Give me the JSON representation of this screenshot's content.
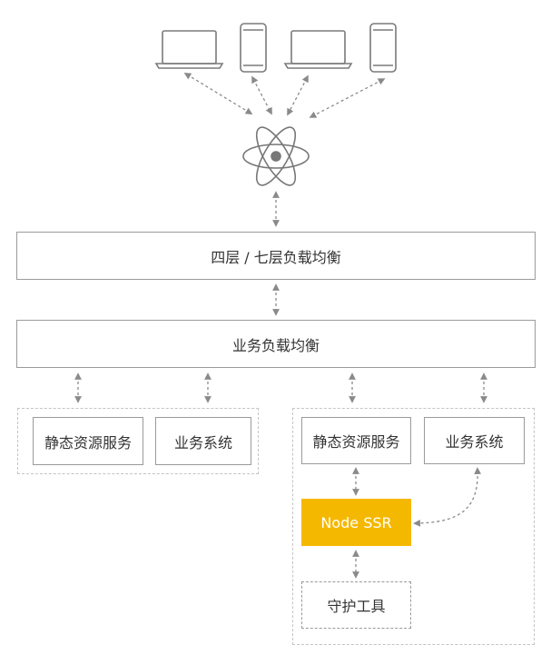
{
  "diagram": {
    "layer4_7_lb": "四层 / 七层负载均衡",
    "business_lb": "业务负载均衡",
    "left_group": {
      "static_service": "静态资源服务",
      "business_system": "业务系统"
    },
    "right_group": {
      "static_service": "静态资源服务",
      "business_system": "业务系统",
      "node_ssr": "Node SSR",
      "guard_tool": "守护工具"
    }
  },
  "icons": [
    "laptop-icon",
    "phone-icon",
    "laptop-icon",
    "phone-icon",
    "react-atom-icon"
  ],
  "colors": {
    "accent": "#f5b800",
    "line": "#9a9a9a",
    "icon": "#777777",
    "group_border": "#c4c4c4"
  }
}
